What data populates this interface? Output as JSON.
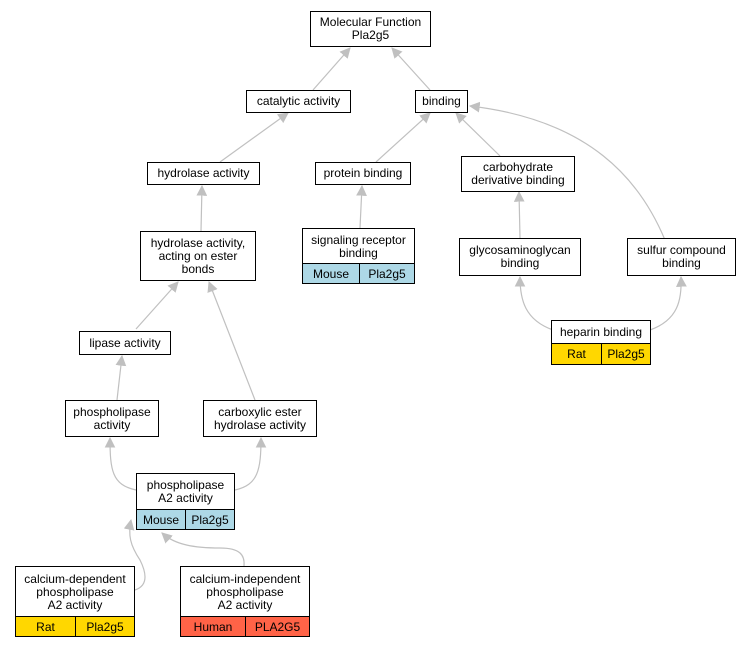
{
  "nodes": {
    "root": {
      "line1": "Molecular Function",
      "line2": "Pla2g5"
    },
    "catalytic": {
      "label": "catalytic activity"
    },
    "binding": {
      "label": "binding"
    },
    "hydrolase": {
      "label": "hydrolase activity"
    },
    "protein_binding": {
      "label": "protein binding"
    },
    "carb_binding": {
      "line1": "carbohydrate",
      "line2": "derivative binding"
    },
    "hydrolase_ester": {
      "line1": "hydrolase activity,",
      "line2": "acting on ester",
      "line3": "bonds"
    },
    "signaling": {
      "line1": "signaling receptor",
      "line2": "binding",
      "species": "Mouse",
      "gene": "Pla2g5"
    },
    "gag_binding": {
      "line1": "glycosaminoglycan",
      "line2": "binding"
    },
    "sulfur": {
      "line1": "sulfur compound",
      "line2": "binding"
    },
    "heparin": {
      "label": "heparin binding",
      "species": "Rat",
      "gene": "Pla2g5"
    },
    "lipase": {
      "label": "lipase activity"
    },
    "phospholipase": {
      "line1": "phospholipase",
      "line2": "activity"
    },
    "carboxylic": {
      "line1": "carboxylic ester",
      "line2": "hydrolase activity"
    },
    "pla2": {
      "line1": "phospholipase",
      "line2": "A2 activity",
      "species": "Mouse",
      "gene": "Pla2g5"
    },
    "ca_dep": {
      "line1": "calcium-dependent",
      "line2": "phospholipase",
      "line3": "A2 activity",
      "species": "Rat",
      "gene": "Pla2g5"
    },
    "ca_indep": {
      "line1": "calcium-independent",
      "line2": "phospholipase",
      "line3": "A2 activity",
      "species": "Human",
      "gene": "PLA2G5"
    }
  },
  "colors": {
    "mouse": "#add8e6",
    "rat": "#ffd700",
    "human": "#ff6347",
    "edge": "#c0c0c0"
  }
}
